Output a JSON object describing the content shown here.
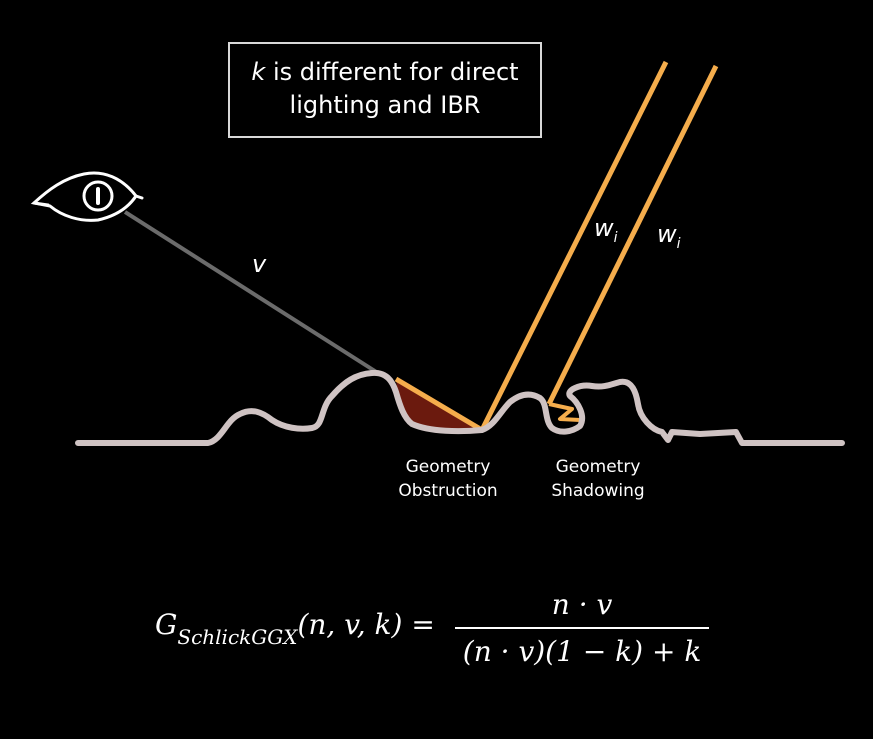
{
  "note": {
    "k": "k",
    "rest_line1": " is different for direct",
    "line2": "lighting and IBR"
  },
  "labels": {
    "view_vector": "v",
    "light_vector_1": "w",
    "light_vector_1_sub": "i",
    "light_vector_2": "w",
    "light_vector_2_sub": "i",
    "obstruction_line1": "Geometry",
    "obstruction_line2": "Obstruction",
    "shadowing_line1": "Geometry",
    "shadowing_line2": "Shadowing"
  },
  "formula": {
    "lhs_G": "G",
    "lhs_sub": "SchlickGGX",
    "lhs_args": "(n, v, k) =",
    "numerator": "n · v",
    "denominator": "(n · v)(1 − k) + k"
  },
  "colors": {
    "background": "#000000",
    "surface": "#cfc3c3",
    "light_ray": "#f5ad4c",
    "view_ray": "#6b6b6b",
    "obstruction_fill": "#6b1a0e",
    "text": "#ffffff"
  }
}
